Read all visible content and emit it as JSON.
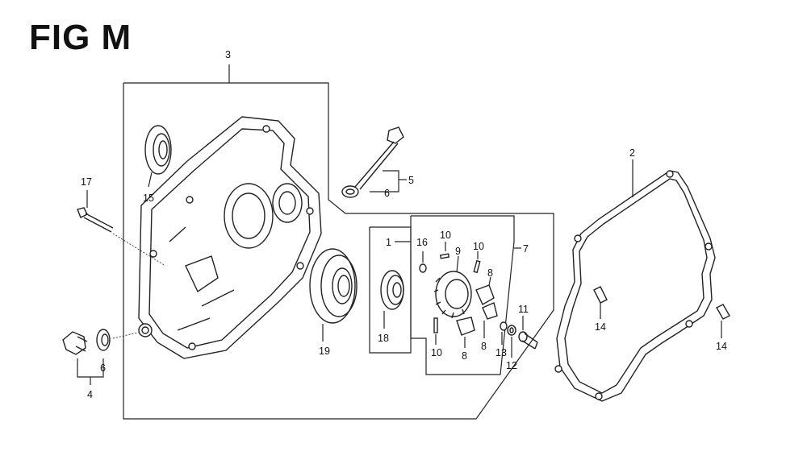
{
  "title": "FIG M",
  "labels": {
    "l1": "1",
    "l2": "2",
    "l3": "3",
    "l4": "4",
    "l5": "5",
    "l6a": "6",
    "l6b": "6",
    "l7": "7",
    "l8a": "8",
    "l8b": "8",
    "l8c": "8",
    "l9": "9",
    "l10a": "10",
    "l10b": "10",
    "l10c": "10",
    "l11": "11",
    "l12": "12",
    "l13": "13",
    "l14a": "14",
    "l14b": "14",
    "l15": "15",
    "l16": "16",
    "l17": "17",
    "l18": "18",
    "l19": "19"
  }
}
